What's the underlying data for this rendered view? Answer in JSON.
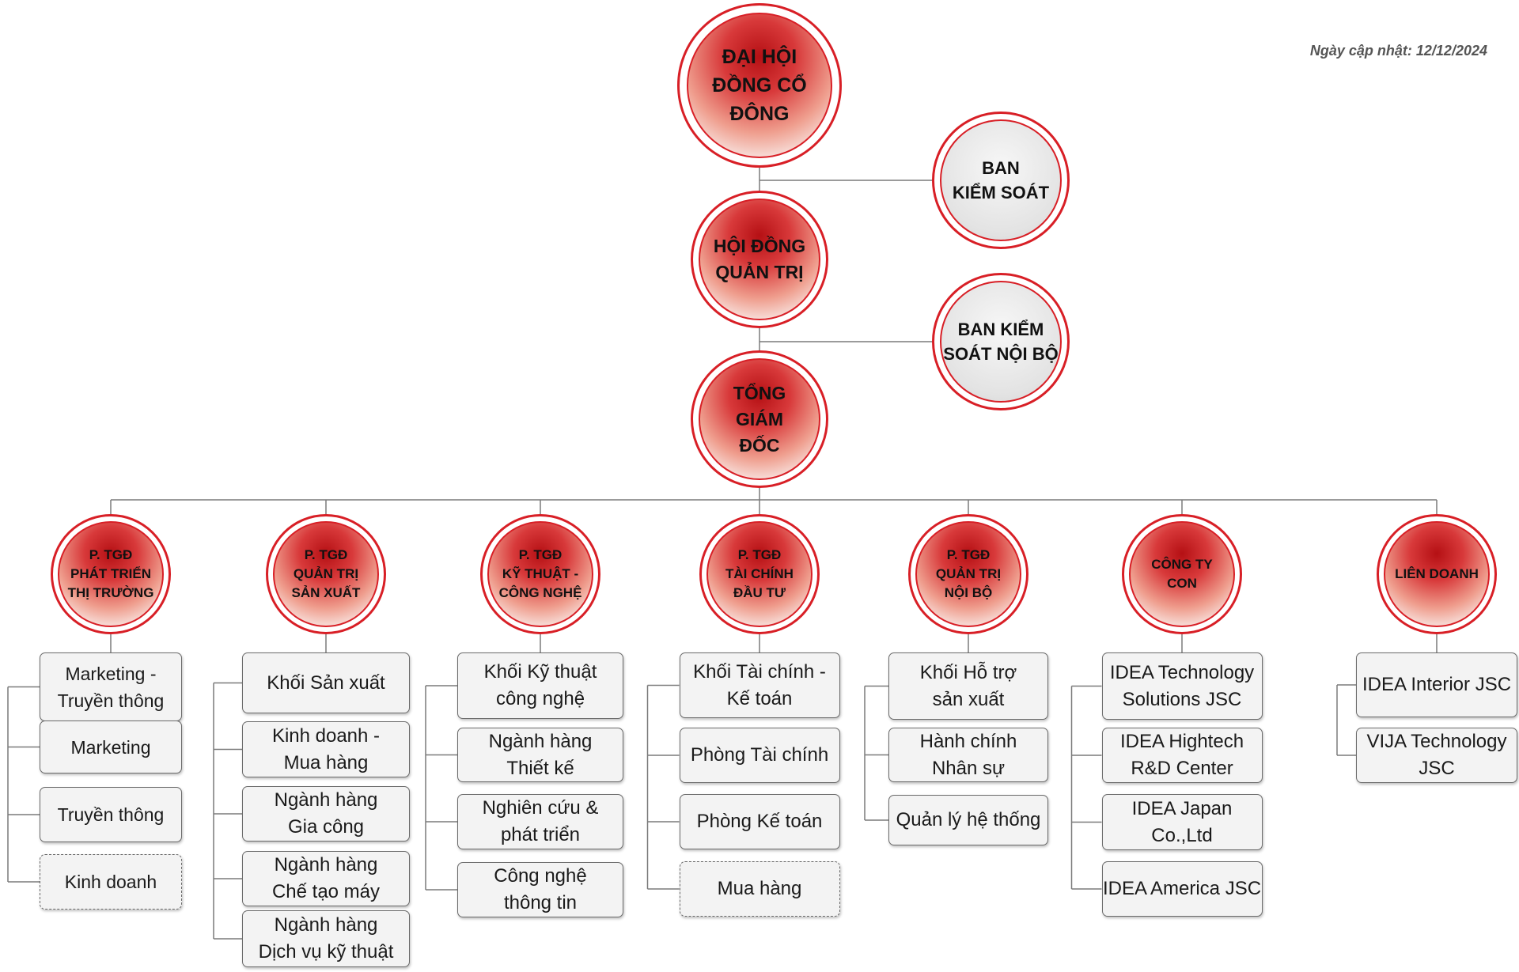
{
  "update_note": "Ngày cập nhật: 12/12/2024",
  "colors": {
    "accent": "#d81f26",
    "line": "#7a7a7a",
    "box_bg": "#f3f3f3"
  },
  "top": {
    "shareholders": "ĐẠI HỘI\nĐỒNG CỔ\nĐÔNG",
    "supervisory": "BAN\nKIỂM SOÁT",
    "board": "HỘI ĐỒNG\nQUẢN TRỊ",
    "internal_audit": "BAN KIỂM\nSOÁT NỘI BỘ",
    "ceo": "TỔNG\nGIÁM\nĐỐC"
  },
  "divisions": [
    {
      "head": "P. TGĐ\nPHÁT TRIỂN\nTHỊ TRƯỜNG",
      "items": [
        {
          "label": "Marketing -\nTruyền thông"
        },
        {
          "label": "Marketing"
        },
        {
          "label": "Truyền thông"
        },
        {
          "label": "Kinh doanh",
          "dashed": true
        }
      ]
    },
    {
      "head": "P. TGĐ\nQUẢN TRỊ\nSẢN XUẤT",
      "items": [
        {
          "label": "Khối Sản xuất"
        },
        {
          "label": "Kinh doanh -\nMua hàng"
        },
        {
          "label": "Ngành hàng\nGia công"
        },
        {
          "label": "Ngành hàng\nChế tạo máy"
        },
        {
          "label": "Ngành hàng\nDịch vụ kỹ thuật"
        }
      ]
    },
    {
      "head": "P. TGĐ\nKỸ THUẬT -\nCÔNG NGHỆ",
      "items": [
        {
          "label": "Khối Kỹ thuật\ncông nghệ"
        },
        {
          "label": "Ngành hàng\nThiết kế"
        },
        {
          "label": "Nghiên cứu &\nphát triển"
        },
        {
          "label": "Công nghệ\nthông tin"
        }
      ]
    },
    {
      "head": "P. TGĐ\nTÀI CHÍNH\nĐẦU TƯ",
      "items": [
        {
          "label": "Khối Tài chính -\nKế toán"
        },
        {
          "label": "Phòng Tài chính"
        },
        {
          "label": "Phòng Kế toán"
        },
        {
          "label": "Mua hàng",
          "dashed": true
        }
      ]
    },
    {
      "head": "P. TGĐ\nQUẢN TRỊ\nNỘI BỘ",
      "items": [
        {
          "label": "Khối Hỗ trợ\nsản xuất"
        },
        {
          "label": "Hành chính\nNhân sự"
        },
        {
          "label": "Quản lý hệ thống"
        }
      ]
    },
    {
      "head": "CÔNG TY\nCON",
      "items": [
        {
          "label": "IDEA Technology\nSolutions JSC"
        },
        {
          "label": "IDEA Hightech\nR&D Center"
        },
        {
          "label": "IDEA Japan\nCo.,Ltd"
        },
        {
          "label": "IDEA America JSC"
        }
      ]
    },
    {
      "head": "LIÊN DOANH",
      "items": [
        {
          "label": "IDEA Interior JSC"
        },
        {
          "label": "VIJA Technology\nJSC"
        }
      ]
    }
  ]
}
